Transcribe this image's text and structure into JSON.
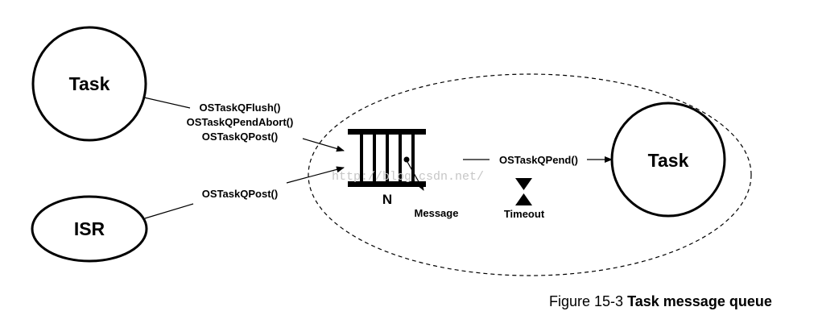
{
  "nodes": {
    "task_source": "Task",
    "isr": "ISR",
    "task_dest": "Task"
  },
  "labels": {
    "flush": "OSTaskQFlush()",
    "pend_abort": "OSTaskQPendAbort()",
    "post_task": "OSTaskQPost()",
    "post_isr": "OSTaskQPost()",
    "pend": "OSTaskQPend()",
    "queue_size": "N",
    "message": "Message",
    "timeout": "Timeout"
  },
  "watermark": "http://blog.csdn.net/",
  "caption": {
    "prefix": "Figure 15-3",
    "title": "Task message queue"
  }
}
